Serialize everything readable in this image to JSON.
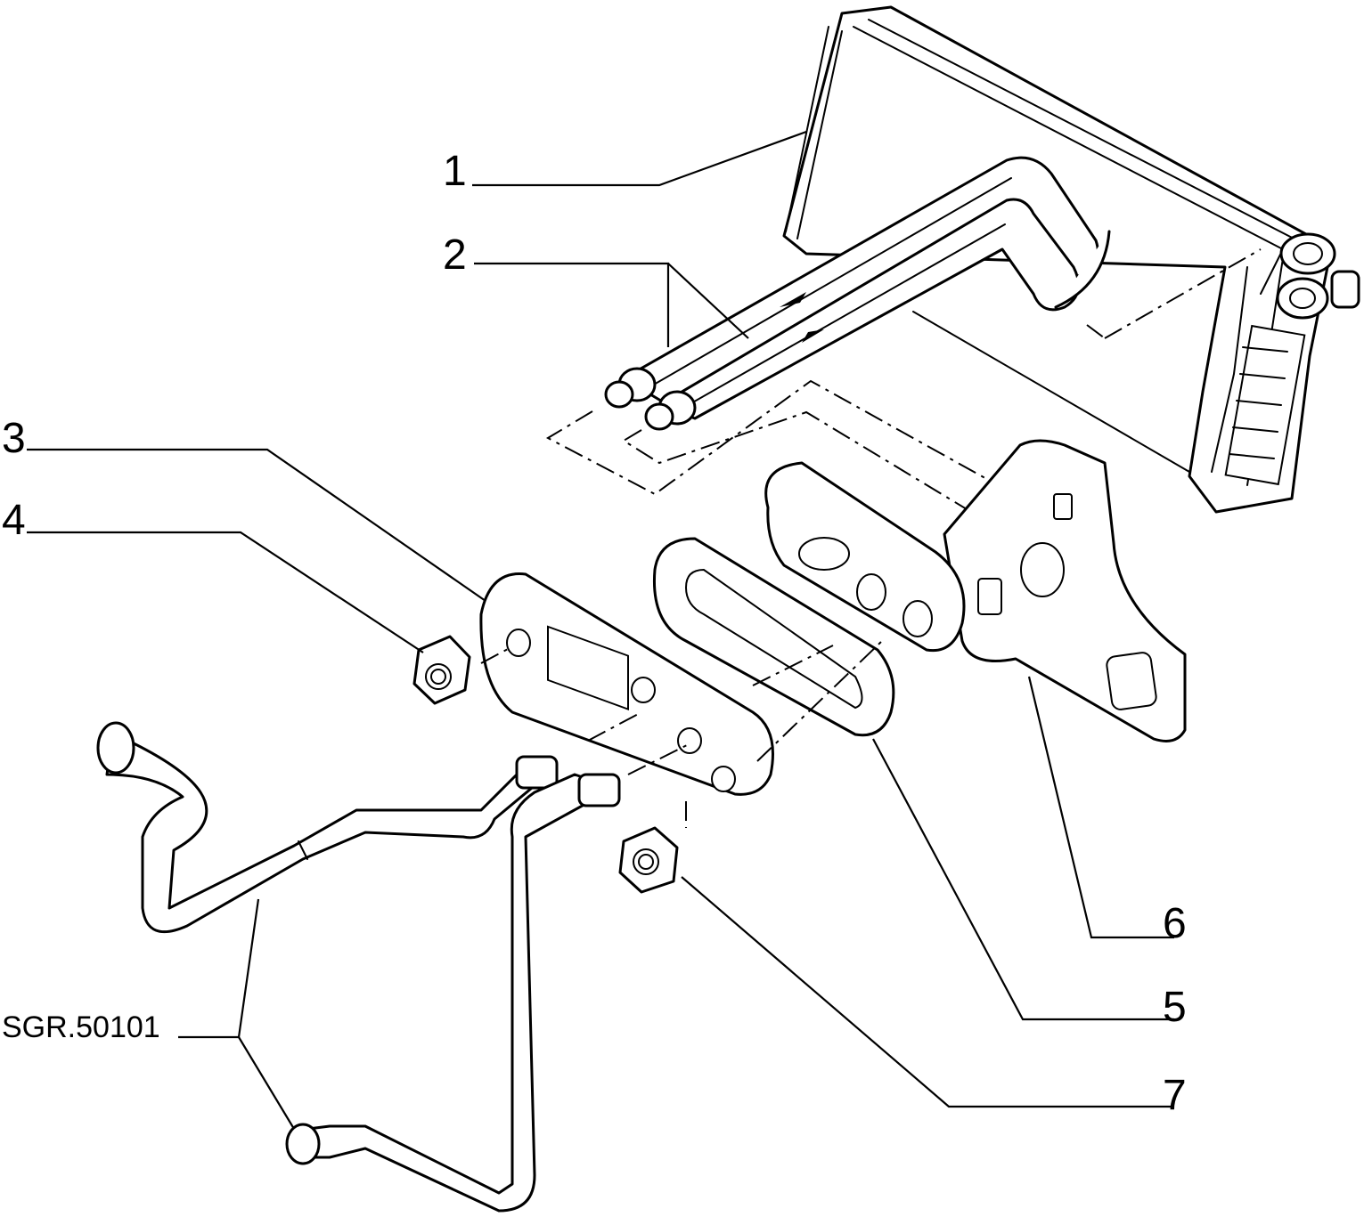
{
  "callouts": {
    "c1": "1",
    "c2": "2",
    "c3": "3",
    "c4": "4",
    "c5": "5",
    "c6": "6",
    "c7": "7"
  },
  "reference": "SGR.50101",
  "colors": {
    "line": "#000000",
    "background": "#ffffff"
  }
}
